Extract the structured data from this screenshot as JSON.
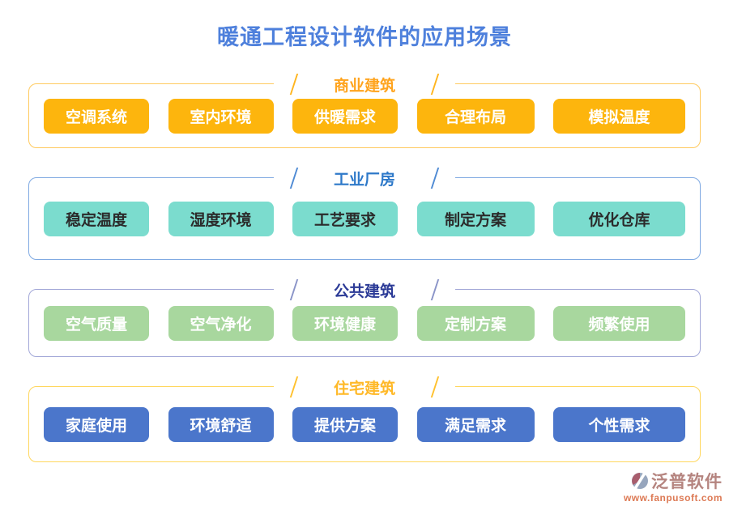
{
  "page": {
    "title": "暖通工程设计软件的应用场景"
  },
  "sections": [
    {
      "id": "commercial-building",
      "title": "商业建筑",
      "items": [
        "空调系统",
        "室内环境",
        "供暖需求",
        "合理布局",
        "模拟温度"
      ],
      "colors": {
        "border": "#FFCA5F",
        "title": "#FFA41E",
        "button_bg": "#FDB50D",
        "button_text": "#FFFFFF"
      }
    },
    {
      "id": "industrial-plant",
      "title": "工业厂房",
      "items": [
        "稳定温度",
        "湿度环境",
        "工艺要求",
        "制定方案",
        "优化仓库"
      ],
      "colors": {
        "border": "#7FA9E2",
        "title": "#2E79C9",
        "button_bg": "#7BDCCE",
        "button_text": "#2B2B2B"
      }
    },
    {
      "id": "public-building",
      "title": "公共建筑",
      "items": [
        "空气质量",
        "空气净化",
        "环境健康",
        "定制方案",
        "频繁使用"
      ],
      "colors": {
        "border": "#A3A8D8",
        "title": "#2C3B97",
        "button_bg": "#A8D79E",
        "button_text": "#FFFFFF"
      }
    },
    {
      "id": "residential-building",
      "title": "住宅建筑",
      "items": [
        "家庭使用",
        "环境舒适",
        "提供方案",
        "满足需求",
        "个性需求"
      ],
      "colors": {
        "border": "#FFD75E",
        "title": "#FFB928",
        "button_bg": "#4B76CB",
        "button_text": "#FFFFFF"
      }
    }
  ],
  "icons": {
    "slash": "/",
    "logo": "fanpu-circle-logo"
  },
  "watermark": {
    "brand": "泛普软件",
    "url": "www.fanpusoft.com",
    "brand_color": "#B5847F",
    "url_color": "#DD7A55"
  },
  "theme": {
    "page_title_color": "#4E80DC",
    "background": "#FFFFFF"
  }
}
